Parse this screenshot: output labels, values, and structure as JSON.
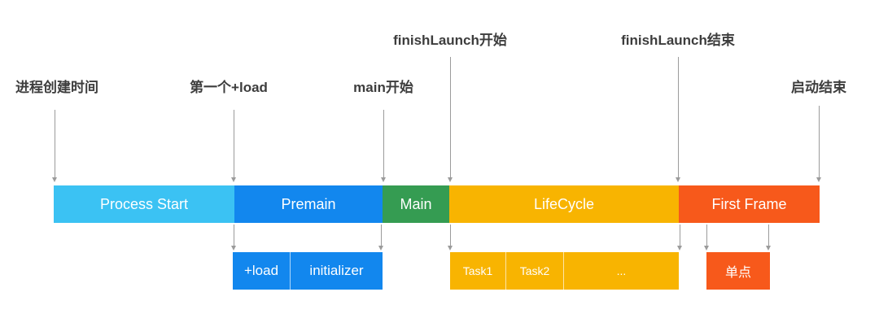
{
  "milestones": [
    {
      "label": "进程创建时间"
    },
    {
      "label": "第一个+load"
    },
    {
      "label": "main开始"
    },
    {
      "label": "finishLaunch开始"
    },
    {
      "label": "finishLaunch结束"
    },
    {
      "label": "启动结束"
    }
  ],
  "timeline": {
    "segments": [
      {
        "label": "Process Start",
        "color": "#3BC2F3"
      },
      {
        "label": "Premain",
        "color": "#1287EE"
      },
      {
        "label": "Main",
        "color": "#359C52"
      },
      {
        "label": "LifeCycle",
        "color": "#F8B401"
      },
      {
        "label": "First Frame",
        "color": "#F7591B"
      }
    ]
  },
  "premain_detail": {
    "color": "#1287EE",
    "segments": [
      {
        "label": "+load"
      },
      {
        "label": "initializer"
      }
    ]
  },
  "lifecycle_detail": {
    "color": "#F8B401",
    "segments": [
      {
        "label": "Task1"
      },
      {
        "label": "Task2"
      },
      {
        "label": "..."
      }
    ]
  },
  "first_frame_detail": {
    "label": "单点",
    "color": "#F7591B"
  },
  "colors": {
    "arrow": "#9B9B9B",
    "label_text": "#3D3D3D",
    "bar_text": "#FFFFFF"
  }
}
